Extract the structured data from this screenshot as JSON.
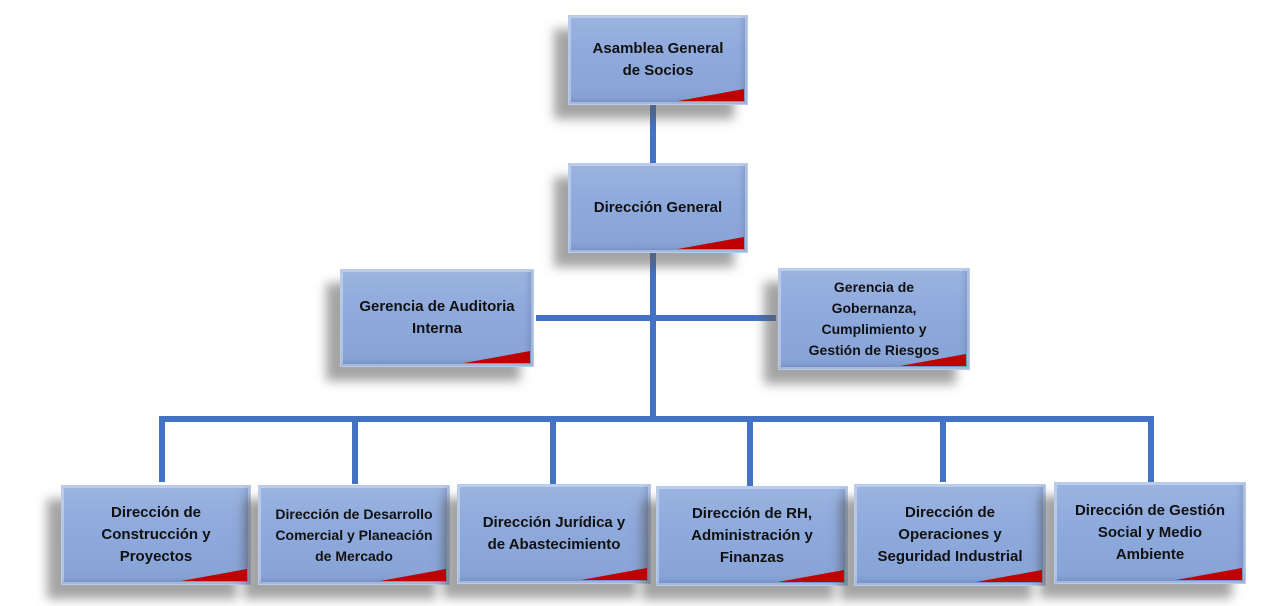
{
  "org_chart": {
    "colors": {
      "box_fill": "#8faadc",
      "connector": "#4472c4",
      "accent": "#c00000"
    },
    "top": {
      "label": "Asamblea General\nde Socios"
    },
    "director": {
      "label": "Dirección General"
    },
    "staff": [
      {
        "label": "Gerencia de Auditoria\nInterna"
      },
      {
        "label": "Gerencia de\nGobernanza,\nCumplimiento y\nGestión de Riesgos"
      }
    ],
    "departments": [
      {
        "label": "Dirección de\nConstrucción y\nProyectos"
      },
      {
        "label": "Dirección de Desarrollo\nComercial y Planeación\nde Mercado"
      },
      {
        "label": "Dirección Jurídica y\nde Abastecimiento"
      },
      {
        "label": "Dirección de RH,\nAdministración y\nFinanzas"
      },
      {
        "label": "Dirección de\nOperaciones y\nSeguridad Industrial"
      },
      {
        "label": "Dirección de Gestión\nSocial y Medio\nAmbiente"
      }
    ]
  }
}
